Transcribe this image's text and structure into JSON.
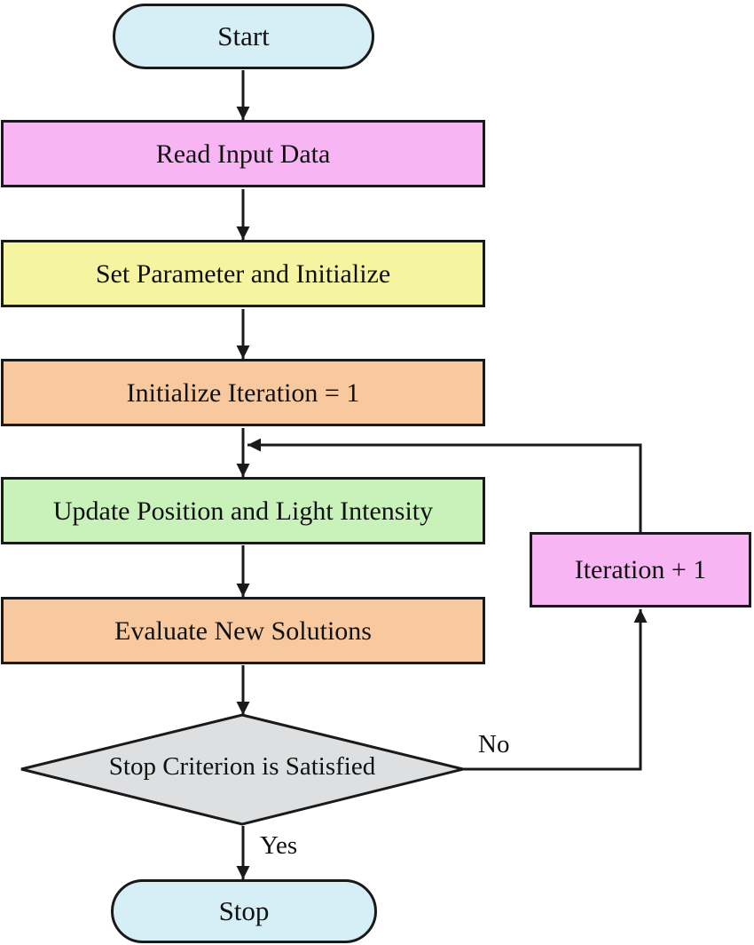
{
  "flowchart": {
    "nodes": [
      {
        "id": "start",
        "type": "terminator",
        "label": "Start",
        "fill": "#d6eff7"
      },
      {
        "id": "read-input",
        "type": "process",
        "label": "Read Input Data",
        "fill": "#f8b5f3"
      },
      {
        "id": "set-parameter",
        "type": "process",
        "label": "Set Parameter and Initialize",
        "fill": "#f5f5a1"
      },
      {
        "id": "init-iteration",
        "type": "process",
        "label": "Initialize Iteration = 1",
        "fill": "#f8c99e"
      },
      {
        "id": "update-position",
        "type": "process",
        "label": "Update Position and Light Intensity",
        "fill": "#c8f2ba"
      },
      {
        "id": "evaluate",
        "type": "process",
        "label": "Evaluate New Solutions",
        "fill": "#f8c99e"
      },
      {
        "id": "decision",
        "type": "decision",
        "label": "Stop Criterion is Satisfied",
        "fill": "#dddfe1"
      },
      {
        "id": "iteration-plus-1",
        "type": "process",
        "label": "Iteration + 1",
        "fill": "#f8b5f3"
      },
      {
        "id": "stop",
        "type": "terminator",
        "label": "Stop",
        "fill": "#d6eff7"
      }
    ],
    "edge_labels": {
      "yes": "Yes",
      "no": "No"
    },
    "line_color": "#1a1a1a",
    "background": "#ffffff"
  }
}
